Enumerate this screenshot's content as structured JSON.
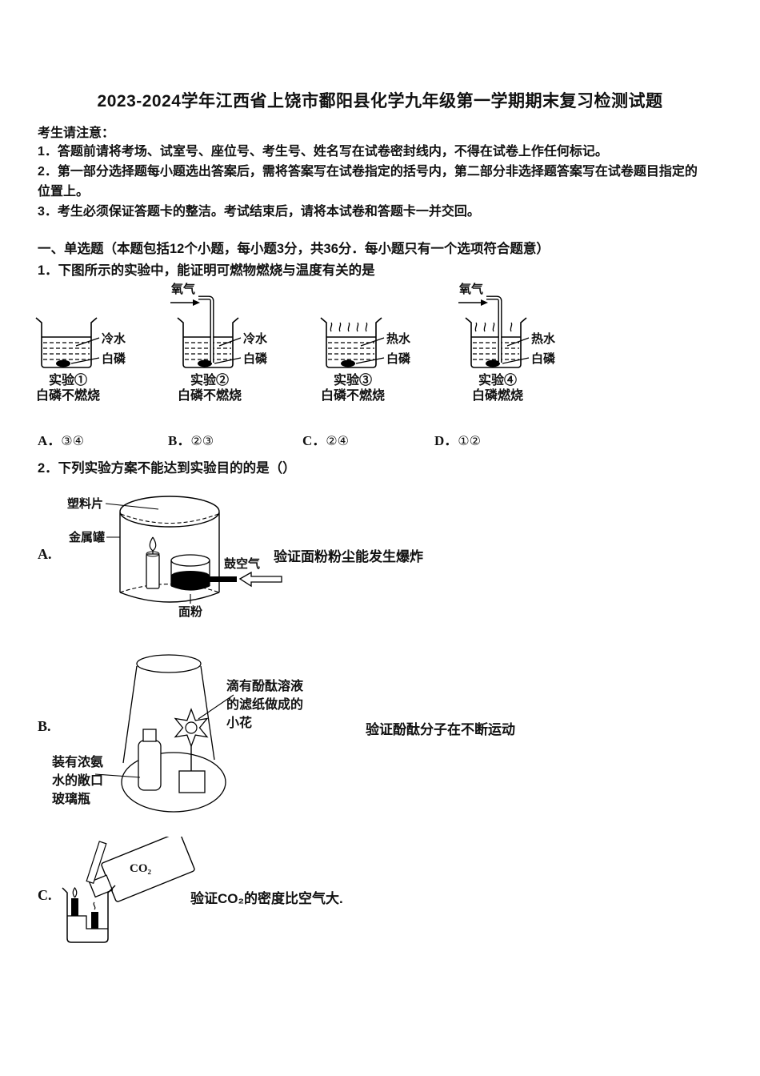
{
  "page": {
    "title": "2023-2024学年江西省上饶市鄱阳县化学九年级第一学期期末复习检测试题",
    "notice_heading": "考生请注意：",
    "notice_items": [
      "1．答题前请将考场、试室号、座位号、考生号、姓名写在试卷密封线内，不得在试卷上作任何标记。",
      "2．第一部分选择题每小题选出答案后，需将答案写在试卷指定的括号内，第二部分非选择题答案写在试卷题目指定的位置上。",
      "3．考生必须保证答题卡的整洁。考试结束后，请将本试卷和答题卡一并交回。"
    ],
    "section_heading": "一、单选题（本题包括12个小题，每小题3分，共36分．每小题只有一个选项符合题意）"
  },
  "q1": {
    "stem": "1．下图所示的实验中，能证明可燃物燃烧与温度有关的是",
    "experiments": [
      {
        "gas": "",
        "water_label": "冷水",
        "solid_label": "白磷",
        "caption": "实验①",
        "result": "白磷不燃烧"
      },
      {
        "gas": "氧气",
        "water_label": "冷水",
        "solid_label": "白磷",
        "caption": "实验②",
        "result": "白磷不燃烧"
      },
      {
        "gas": "",
        "water_label": "热水",
        "solid_label": "白磷",
        "caption": "实验③",
        "result": "白磷不燃烧"
      },
      {
        "gas": "氧气",
        "water_label": "热水",
        "solid_label": "白磷",
        "caption": "实验④",
        "result": "白磷燃烧"
      }
    ],
    "options": [
      {
        "letter": "A．",
        "value": "③④"
      },
      {
        "letter": "B．",
        "value": "②③"
      },
      {
        "letter": "C．",
        "value": "②④"
      },
      {
        "letter": "D．",
        "value": "①②"
      }
    ]
  },
  "q2": {
    "stem": "2．下列实验方案不能达到实验目的的是（）",
    "option_a": {
      "letter": "A.",
      "purpose": "验证面粉粉尘能发生爆炸",
      "label_plastic": "塑料片",
      "label_can": "金属罐",
      "label_air": "鼓空气",
      "label_flour": "面粉"
    },
    "option_b": {
      "letter": "B.",
      "purpose": "验证酚酞分子在不断运动",
      "label_flower_1": "滴有酚酞溶液",
      "label_flower_2": "的滤纸做成的",
      "label_flower_3": "小花",
      "label_bottle_1": "装有浓氨",
      "label_bottle_2": "水的敞口",
      "label_bottle_3": "玻璃瓶"
    },
    "option_c": {
      "letter": "C.",
      "purpose": "验证CO₂的密度比空气大.",
      "label_gas": "CO₂"
    }
  }
}
